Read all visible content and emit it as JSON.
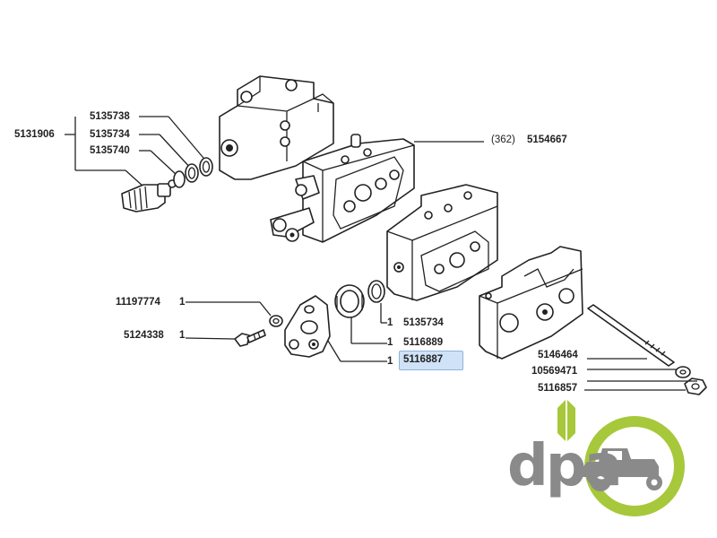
{
  "labels": {
    "p5131906": "5131906",
    "p5135738": "5135738",
    "p5135734_top": "5135734",
    "p5135740": "5135740",
    "p362": "(362)",
    "p5154667": "5154667",
    "p11197774": "11197774",
    "p5124338": "5124338",
    "p5135734_bottom": "5135734",
    "p5116889": "5116889",
    "p5116887": "5116887",
    "p5146464": "5146464",
    "p10569471": "10569471",
    "p5116857": "5116857"
  },
  "quantities": {
    "q11197774": "1",
    "q5124338": "1",
    "q5135734": "1",
    "q5116889": "1",
    "q5116887": "1"
  },
  "highlight": {
    "part": "5116887",
    "fill": "#cfe2f7",
    "border": "#8fb3db"
  },
  "logo": {
    "text": "dpa",
    "text_color": "#8a8a8a",
    "accent_color": "#a7c83a"
  }
}
